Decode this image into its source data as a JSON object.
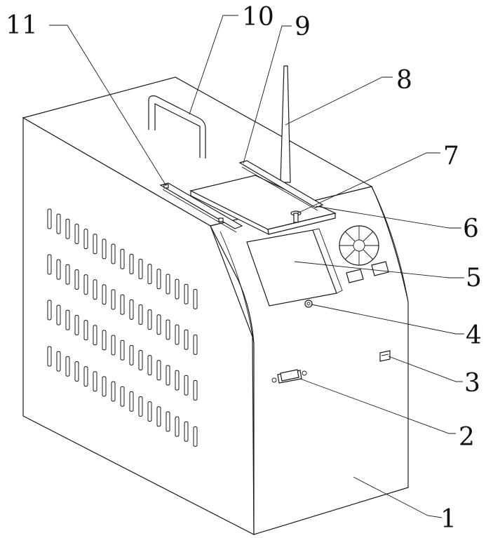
{
  "labels": [
    {
      "id": "label-1",
      "text": "1"
    },
    {
      "id": "label-2",
      "text": "2"
    },
    {
      "id": "label-3",
      "text": "3"
    },
    {
      "id": "label-4",
      "text": "4"
    },
    {
      "id": "label-5",
      "text": "5"
    },
    {
      "id": "label-6",
      "text": "6"
    },
    {
      "id": "label-7",
      "text": "7"
    },
    {
      "id": "label-8",
      "text": "8"
    },
    {
      "id": "label-9",
      "text": "9"
    },
    {
      "id": "label-10",
      "text": "10"
    },
    {
      "id": "label-11",
      "text": "11"
    }
  ],
  "vent_grid": {
    "rows": 4,
    "slots_per_row": 17
  }
}
